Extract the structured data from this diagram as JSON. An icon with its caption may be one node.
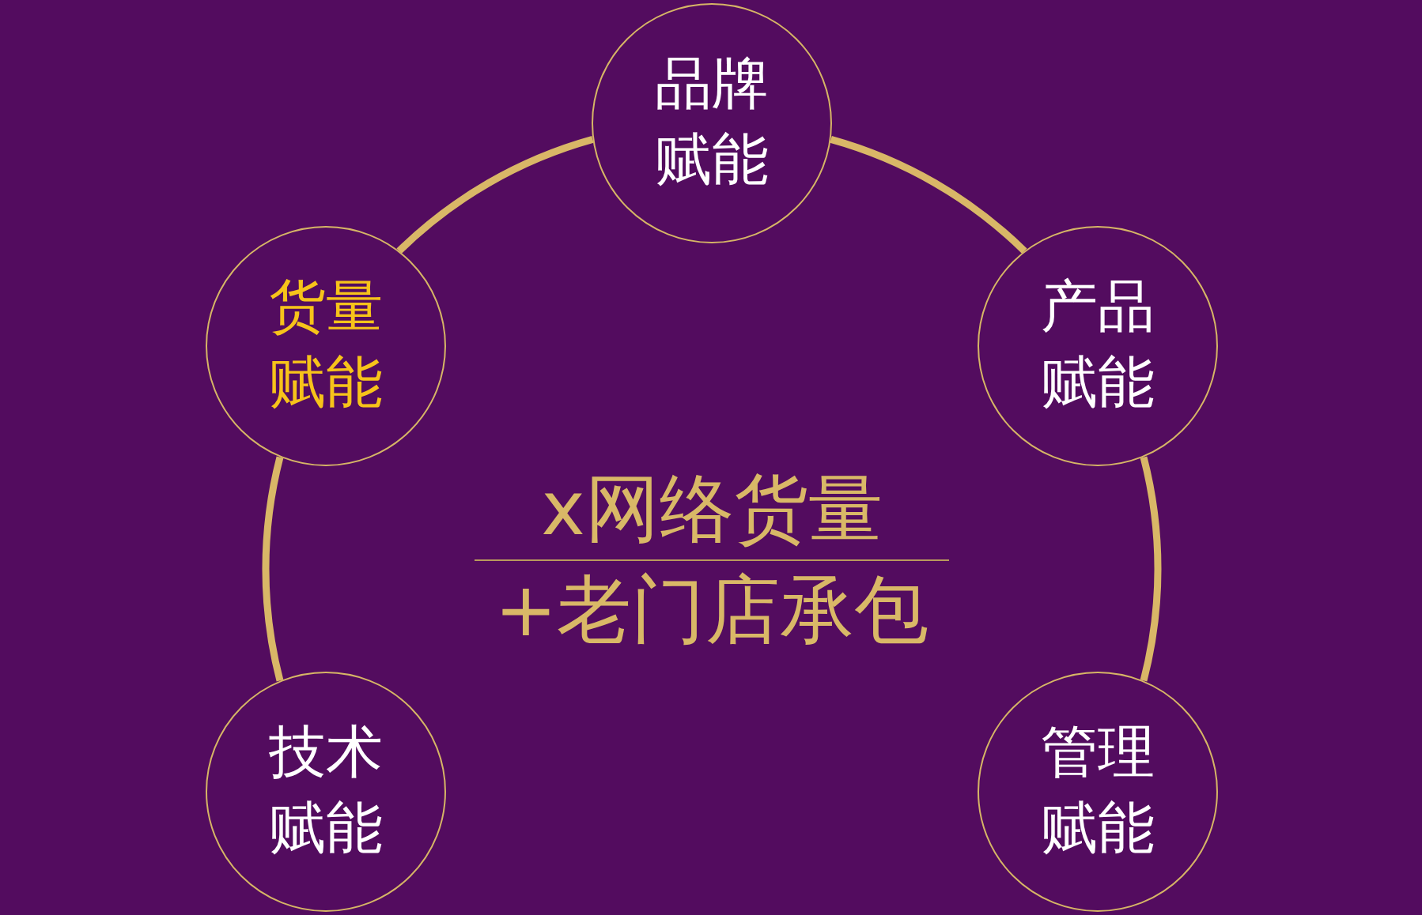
{
  "diagram": {
    "nodes": [
      {
        "text": [
          "品牌赋能"
        ]
      },
      {
        "text": [
          "货量赋能"
        ]
      },
      {
        "text": [
          "产品赋能"
        ]
      },
      {
        "text": [
          "技术赋能"
        ]
      },
      {
        "text": [
          "管理赋能"
        ]
      }
    ],
    "edges": [
      {
        "from": 3,
        "to": 1,
        "arrow": "none"
      },
      {
        "from": 1,
        "to": 0,
        "arrow": "none"
      },
      {
        "from": 0,
        "to": 2,
        "arrow": "none"
      },
      {
        "from": 2,
        "to": 4,
        "arrow": "none"
      }
    ],
    "labels": [
      "x网络货量",
      "+老门店承包"
    ]
  }
}
